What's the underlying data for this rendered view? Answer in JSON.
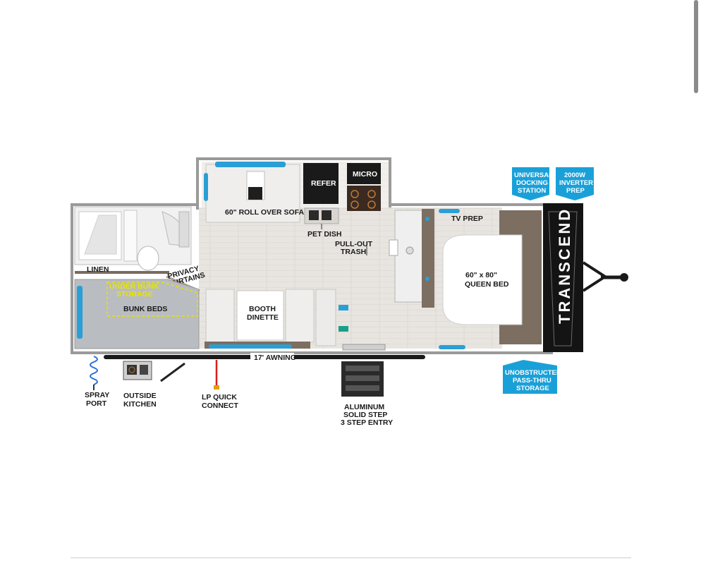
{
  "labels": {
    "sofa": "60\" ROLL OVER SOFA",
    "refer": "REFER",
    "micro": "MICRO",
    "pet_dish": "PET DISH",
    "pullout_1": "PULL-OUT",
    "pullout_2": "TRASH",
    "tv_prep": "TV PREP",
    "queen_1": "60\" x 80\"",
    "queen_2": "QUEEN BED",
    "linen": "LINEN",
    "privacy_1": "PRIVACY",
    "privacy_2": "CURTAINS",
    "under_bunk_1": "UNDER BUNK",
    "under_bunk_2": "STORAGE",
    "bunk_beds": "BUNK BEDS",
    "booth_1": "BOOTH",
    "booth_2": "DINETTE",
    "awning": "17' AWNING",
    "spray_1": "SPRAY",
    "spray_2": "PORT",
    "outside_1": "OUTSIDE",
    "outside_2": "KITCHEN",
    "lp_1": "LP QUICK",
    "lp_2": "CONNECT",
    "step_1": "ALUMINUM",
    "step_2": "SOLID STEP",
    "step_3": "3 STEP ENTRY",
    "brand": "TRANSCEND"
  },
  "badges": {
    "docking_1": "UNIVERSAL",
    "docking_2": "DOCKING",
    "docking_3": "STATION",
    "inverter_1": "2000W",
    "inverter_2": "INVERTER",
    "inverter_3": "PREP",
    "storage_1": "UNOBSTRUCTED",
    "storage_2": "PASS-THRU",
    "storage_3": "STORAGE"
  },
  "colors": {
    "accent_blue": "#2a9fd6",
    "badge_blue": "#1aa0d8",
    "front_cap": "#141414",
    "wall_gray": "#9a9a9a",
    "floor": "#e6e3de",
    "bunk_fill": "#b9bcc0",
    "yellow_dash": "#e8e400",
    "lp_red": "#d81e1e"
  }
}
